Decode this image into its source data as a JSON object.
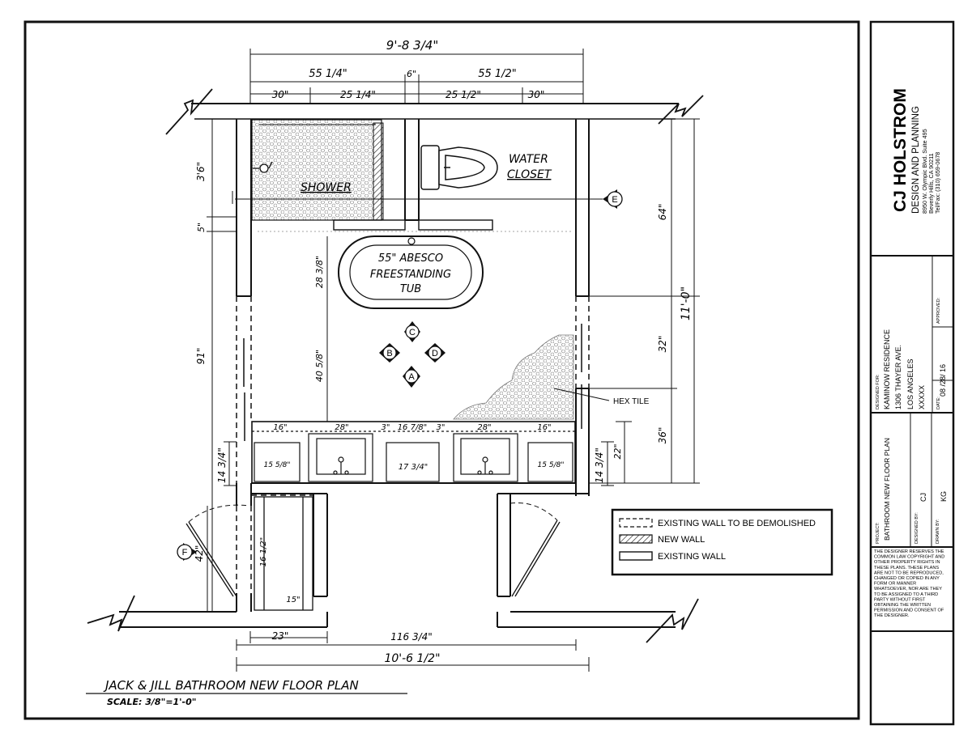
{
  "titleblock": {
    "company": "CJ HOLSTROM",
    "subtitle": "DESIGN AND PLANNING",
    "address1": "8950 W. Olympic Blvd. Suite 495",
    "address2": "Beverly Hills, CA 90211",
    "phone": "Tel/Fax: (310) 659-0678",
    "designed_for_label": "DESIGNED FOR:",
    "client_name": "KAMINOW RESIDENCE",
    "client_street": "1306 THAYER AVE.",
    "client_city": "LOS ANGELES",
    "client_extra": "XXXXX",
    "approved_label": "APPROVED:",
    "date_label": "DATE:",
    "date": "08 /28/ 16",
    "project_label": "PROJECT:",
    "project": "BATHROOM NEW FLOOR PLAN",
    "designed_by_label": "DESIGNED BY:",
    "designed_by": "CJ",
    "drawn_by_label": "DRAWN BY:",
    "drawn_by": "KG",
    "disclaimer": [
      "THE DESIGNER RESERVES THE",
      "COMMON LAW COPYRIGHT AND",
      "OTHER PROPERTY RIGHTS IN",
      "THESE PLANS. THESE PLANS",
      "ARE NOT TO BE REPRODUCED,",
      "CHANGED OR COPIED IN ANY",
      "FORM OR MANNER",
      "WHATSOEVER, NOR ARE THEY",
      "TO BE ASSIGNED TO A THIRD",
      "PARTY WITHOUT FIRST",
      "OBTAINING THE WRITTEN",
      "PERMISSION AND CONSENT OF",
      "THE DESIGNER."
    ]
  },
  "plan": {
    "title": "JACK & JILL BATHROOM NEW FLOOR PLAN",
    "scale": "SCALE: 3/8\"=1'-0\"",
    "shower": "SHOWER",
    "water": "WATER",
    "closet": "CLOSET",
    "tub1": "55\" ABESCO",
    "tub2": "FREESTANDING",
    "tub3": "TUB",
    "hex_tile": "HEX TILE",
    "markers": {
      "a": "A",
      "b": "B",
      "c": "C",
      "d": "D",
      "e": "E",
      "f": "F"
    }
  },
  "dimensions": {
    "top_overall": "9'-8 3/4\"",
    "top_left": "55 1/4\"",
    "top_mid": "6\"",
    "top_right": "55 1/2\"",
    "top_30a": "30\"",
    "top_25a": "25 1/4\"",
    "top_25b": "25 1/2\"",
    "top_30b": "30\"",
    "left_36": "3'6\"",
    "left_5": "5\"",
    "left_91": "91\"",
    "left_14": "14 3/4\"",
    "left_42": "42\"",
    "right_64": "64\"",
    "right_11": "11'-0\"",
    "right_32": "32\"",
    "right_36": "36\"",
    "right_22": "22\"",
    "right_14": "14 3/4\"",
    "tub_28": "28 3/8\"",
    "center_40": "40 5/8\"",
    "vanity_16a": "16\"",
    "vanity_28a": "28\"",
    "vanity_3a": "3\"",
    "vanity_16mid": "16 7/8\"",
    "vanity_3b": "3\"",
    "vanity_28b": "28\"",
    "vanity_16b": "16\"",
    "drawer_left": "15 5/8\"",
    "drawer_mid": "17 3/4\"",
    "drawer_right": "15 5/8\"",
    "linen_16": "16 1/2\"",
    "linen_15": "15\"",
    "bottom_23": "23\"",
    "bottom_116": "116 3/4\"",
    "bottom_overall": "10'-6 1/2\""
  },
  "legend": {
    "demolish": "EXISTING WALL TO BE DEMOLISHED",
    "new_wall": "NEW WALL",
    "existing": "EXISTING WALL"
  }
}
